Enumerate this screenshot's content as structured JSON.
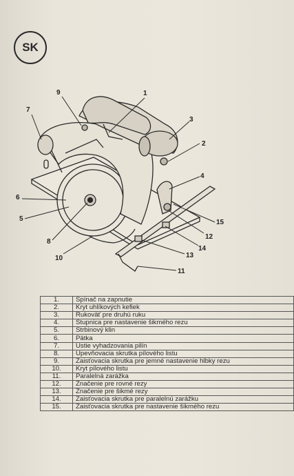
{
  "badge": "SK",
  "callouts": [
    {
      "id": "1",
      "label": "1"
    },
    {
      "id": "2",
      "label": "2"
    },
    {
      "id": "3",
      "label": "3"
    },
    {
      "id": "4",
      "label": "4"
    },
    {
      "id": "5",
      "label": "5"
    },
    {
      "id": "6",
      "label": "6"
    },
    {
      "id": "7",
      "label": "7"
    },
    {
      "id": "8",
      "label": "8"
    },
    {
      "id": "9",
      "label": "9"
    },
    {
      "id": "10",
      "label": "10"
    },
    {
      "id": "11",
      "label": "11"
    },
    {
      "id": "12",
      "label": "12"
    },
    {
      "id": "13",
      "label": "13"
    },
    {
      "id": "14",
      "label": "14"
    },
    {
      "id": "15",
      "label": "15"
    }
  ],
  "parts": [
    {
      "num": "1.",
      "name": "Spínač na zapnutie"
    },
    {
      "num": "2.",
      "name": "Kryt uhlíkových kefiek"
    },
    {
      "num": "3.",
      "name": "Rukoväť pre druhú ruku"
    },
    {
      "num": "4.",
      "name": "Stupnica pre nastavenie šikmého rezu"
    },
    {
      "num": "5.",
      "name": "Štrbinový klin"
    },
    {
      "num": "6.",
      "name": "Pätka"
    },
    {
      "num": "7.",
      "name": "Ústie vyhadzovania pilín"
    },
    {
      "num": "8.",
      "name": "Upevňovacia skrutka pílového listu"
    },
    {
      "num": "9.",
      "name": "Zaisťovacia skrutka pre jemné nastavenie hĺbky rezu"
    },
    {
      "num": "10.",
      "name": "Kryt pílového listu"
    },
    {
      "num": "11.",
      "name": "Paralelná zarážka"
    },
    {
      "num": "12.",
      "name": "Značenie pre rovné rezy"
    },
    {
      "num": "13.",
      "name": "Značenie pre šikmé rezy"
    },
    {
      "num": "14.",
      "name": "Zaisťovacia skrutka pre paralelnú zarážku"
    },
    {
      "num": "15.",
      "name": "Zaisťovacia skrutka pre nastavenie šikmého rezu"
    }
  ]
}
